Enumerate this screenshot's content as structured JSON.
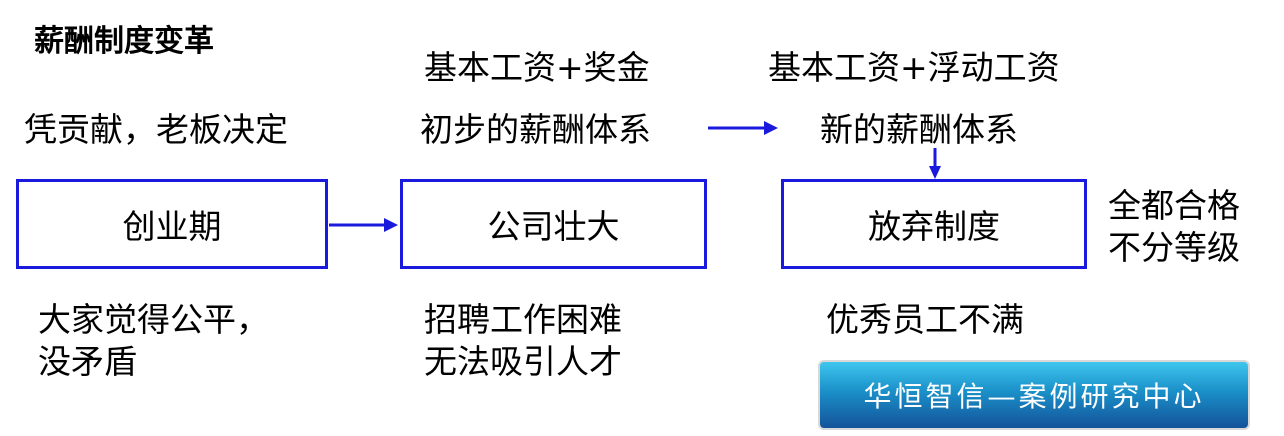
{
  "title": "薪酬制度变革",
  "stage1": {
    "above": "凭贡献，老板决定",
    "box": "创业期",
    "below": [
      "大家觉得公平，",
      "没矛盾"
    ]
  },
  "stage2": {
    "above_top": "基本工资+奖金",
    "above": "初步的薪酬体系",
    "box": "公司壮大",
    "below": [
      "招聘工作困难",
      "无法吸引人才"
    ]
  },
  "stage3": {
    "above_top": "基本工资+浮动工资",
    "above": "新的薪酬体系",
    "box": "放弃制度",
    "side": [
      "全都合格",
      "不分等级"
    ],
    "below": "优秀员工不满"
  },
  "badge": "华恒智信—案例研究中心",
  "colors": {
    "accent": "#1a1adf"
  }
}
